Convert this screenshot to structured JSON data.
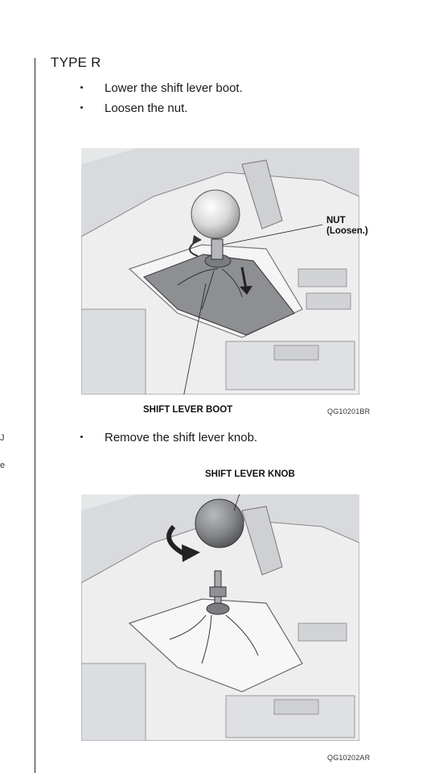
{
  "heading": "TYPE R",
  "steps": [
    "Lower the shift lever boot.",
    "Loosen the nut.",
    "Remove the shift lever knob."
  ],
  "figure1": {
    "code": "QG10201BR",
    "label_nut_line1": "NUT",
    "label_nut_line2": "(Loosen.)",
    "label_boot": "SHIFT LEVER BOOT"
  },
  "figure2": {
    "code": "QG10202AR",
    "label_knob": "SHIFT LEVER KNOB"
  },
  "margin_marks": [
    "J",
    "e"
  ]
}
